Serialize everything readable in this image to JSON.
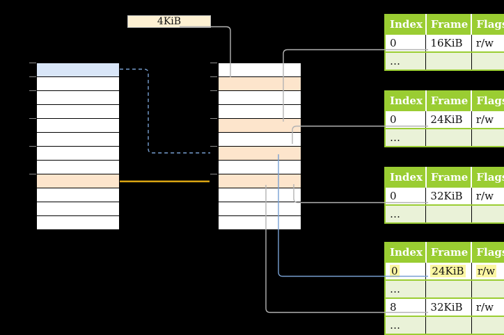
{
  "palette": {
    "green": "#9acd32",
    "green_light": "#eaf2d8",
    "row_blue": "#d9e6f8",
    "row_orange": "#fde5cc",
    "cream": "#fdf0d2",
    "highlight": "#fbf6a2",
    "arrow_gray": "#b3b3b3",
    "arrow_blue": "#78a0d2",
    "arrow_gold": "#dca513",
    "bg": "#000000"
  },
  "page_size_label": "4KiB",
  "left_table": {
    "rows": [
      "blue",
      "white",
      "white",
      "white",
      "white",
      "white",
      "white",
      "white",
      "orange",
      "white",
      "white",
      "white"
    ]
  },
  "middle_table": {
    "rows": [
      "white",
      "orange",
      "white",
      "white",
      "orange",
      "white",
      "orange",
      "white",
      "orange",
      "white",
      "white",
      "white"
    ]
  },
  "frame_tables": [
    {
      "headers": [
        "Index",
        "Frame",
        "Flags"
      ],
      "rows": [
        [
          "0",
          "16KiB",
          "r/w"
        ],
        [
          "…",
          "",
          ""
        ]
      ],
      "shaded_rows": [
        1
      ]
    },
    {
      "headers": [
        "Index",
        "Frame",
        "Flags"
      ],
      "rows": [
        [
          "0",
          "24KiB",
          "r/w"
        ],
        [
          "…",
          "",
          ""
        ]
      ],
      "shaded_rows": [
        1
      ]
    },
    {
      "headers": [
        "Index",
        "Frame",
        "Flags"
      ],
      "rows": [
        [
          "0",
          "32KiB",
          "r/w"
        ],
        [
          "…",
          "",
          ""
        ]
      ],
      "shaded_rows": [
        1
      ]
    },
    {
      "headers": [
        "Index",
        "Frame",
        "Flags"
      ],
      "rows": [
        [
          "0",
          "24KiB",
          "r/w"
        ],
        [
          "…",
          "",
          ""
        ],
        [
          "8",
          "32KiB",
          "r/w"
        ],
        [
          "…",
          "",
          ""
        ]
      ],
      "shaded_rows": [
        1,
        3
      ],
      "highlight_row": 0
    }
  ]
}
